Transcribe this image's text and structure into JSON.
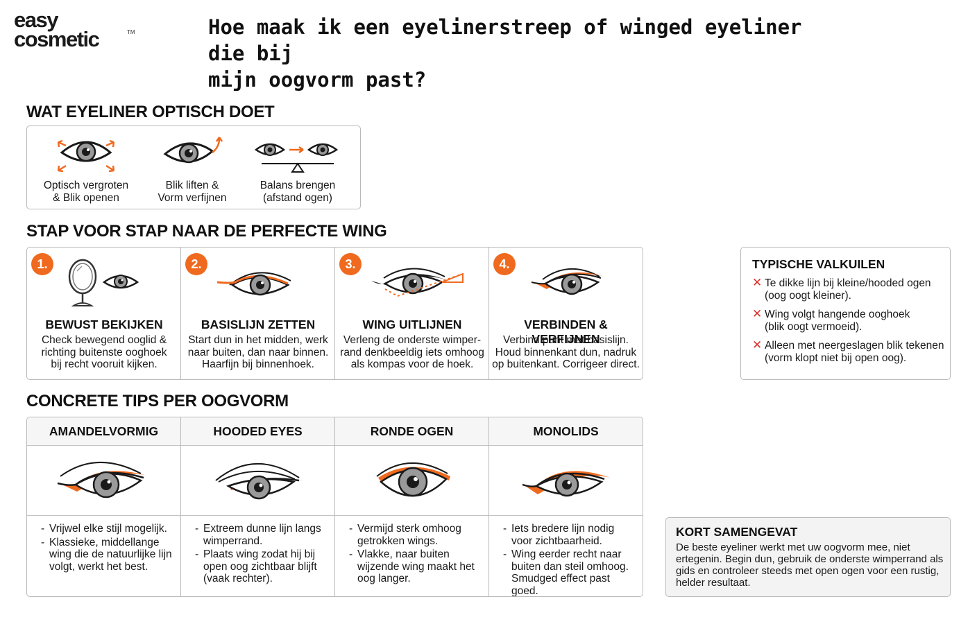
{
  "brand": {
    "line1": "easy",
    "line2": "cosmetic",
    "tm": "TM"
  },
  "title": {
    "line1": "Hoe maak ik een eyelinerstreep of winged eyeliner die bij",
    "line2": "mijn oogvorm past?"
  },
  "section1": {
    "heading": "WAT EYELINER OPTISCH DOET",
    "items": [
      {
        "icon": "eye-expand-icon",
        "line1": "Optisch vergroten",
        "line2": "& Blik openen"
      },
      {
        "icon": "eye-lift-icon",
        "line1": "Blik liften &",
        "line2": "Vorm verfijnen"
      },
      {
        "icon": "eye-balance-icon",
        "line1": "Balans brengen",
        "line2": "(afstand ogen)"
      }
    ]
  },
  "section2": {
    "heading": "STAP VOOR STAP NAAR DE PERFECTE WING",
    "steps": [
      {
        "badge": "1.",
        "title": "BEWUST BEKIJKEN",
        "lines": [
          "Check bewegend ooglid &",
          "richting buitenste ooghoek",
          "bij recht vooruit kijken."
        ]
      },
      {
        "badge": "2.",
        "title": "BASISLIJN ZETTEN",
        "lines": [
          "Start dun in het midden, werk",
          "naar buiten, dan naar binnen.",
          "Haarfijn bij binnenhoek."
        ]
      },
      {
        "badge": "3.",
        "title": "WING UITLIJNEN",
        "lines": [
          "Verleng de onderste wimper-",
          "rand denkbeeldig iets omhoog",
          "als kompas voor de hoek."
        ]
      },
      {
        "badge": "4.",
        "title": "VERBINDEN & VERFIJNEN",
        "lines": [
          "Verbind punt met basislijn.",
          "Houd binnenkant dun, nadruk",
          "op buitenkant. Corrigeer direct."
        ]
      }
    ]
  },
  "pitfalls": {
    "heading": "TYPISCHE VALKUILEN",
    "mark": "✕",
    "items": [
      {
        "line1": "Te dikke lijn bij kleine/hooded ogen",
        "line2": "(oog oogt kleiner)."
      },
      {
        "line1": "Wing volgt hangende ooghoek",
        "line2": "(blik oogt vermoeid)."
      },
      {
        "line1": "Alleen met neergeslagen blik tekenen",
        "line2": "(vorm klopt niet bij open oog)."
      }
    ]
  },
  "section3": {
    "heading": "CONCRETE TIPS PER OOGVORM",
    "dash": "-",
    "shapes": [
      {
        "title": "AMANDELVORMIG",
        "tips": [
          [
            "Vrijwel elke stijl mogelijk."
          ],
          [
            "Klassieke, middellange",
            "wing die de natuurlijke lijn",
            "volgt, werkt het best."
          ]
        ]
      },
      {
        "title": "HOODED EYES",
        "tips": [
          [
            "Extreem dunne lijn langs",
            "wimperrand."
          ],
          [
            "Plaats wing zodat hij bij",
            "open oog zichtbaar blijft",
            "(vaak rechter)."
          ]
        ]
      },
      {
        "title": "RONDE OGEN",
        "tips": [
          [
            "Vermijd sterk omhoog",
            "getrokken wings."
          ],
          [
            "Vlakke, naar buiten",
            "wijzende wing maakt het",
            "oog langer."
          ]
        ]
      },
      {
        "title": "MONOLIDS",
        "tips": [
          [
            "Iets bredere lijn nodig",
            "voor zichtbaarheid."
          ],
          [
            "Wing eerder recht naar",
            "buiten dan steil omhoog.",
            "Smudged effect past goed."
          ]
        ]
      }
    ]
  },
  "summary": {
    "heading": "KORT SAMENGEVAT",
    "lines": [
      "De beste eyeliner werkt met uw oogvorm mee, niet",
      "ertegenin. Begin dun, gebruik de onderste wimperrand als",
      "gids en controleer steeds met open ogen voor een rustig,",
      "helder resultaat."
    ]
  },
  "colors": {
    "accent": "#ef6a1f",
    "liner": "#1a1a1a",
    "iris": "#9a9a9a",
    "pitfall": "#d9312a",
    "border": "#b9b9b9"
  }
}
